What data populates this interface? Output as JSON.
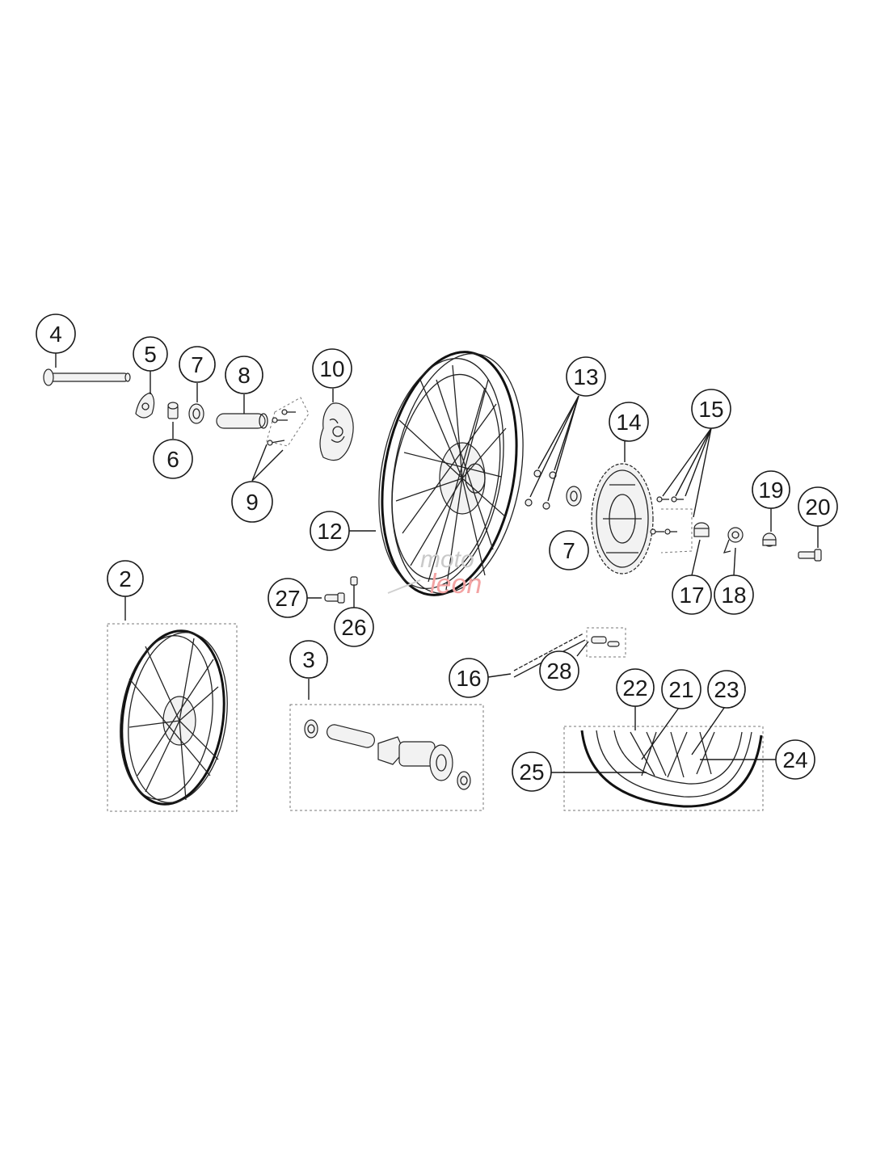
{
  "watermark": {
    "line1": "moto",
    "line2": "leon",
    "accent": "#f3a3a3"
  },
  "callouts": [
    {
      "id": "c4",
      "label": "4"
    },
    {
      "id": "c5",
      "label": "5"
    },
    {
      "id": "c7a",
      "label": "7"
    },
    {
      "id": "c8",
      "label": "8"
    },
    {
      "id": "c10",
      "label": "10"
    },
    {
      "id": "c6",
      "label": "6"
    },
    {
      "id": "c9",
      "label": "9"
    },
    {
      "id": "c12",
      "label": "12"
    },
    {
      "id": "c13",
      "label": "13"
    },
    {
      "id": "c14",
      "label": "14"
    },
    {
      "id": "c15",
      "label": "15"
    },
    {
      "id": "c7b",
      "label": "7"
    },
    {
      "id": "c19",
      "label": "19"
    },
    {
      "id": "c20",
      "label": "20"
    },
    {
      "id": "c17",
      "label": "17"
    },
    {
      "id": "c18",
      "label": "18"
    },
    {
      "id": "c2",
      "label": "2"
    },
    {
      "id": "c27",
      "label": "27"
    },
    {
      "id": "c26",
      "label": "26"
    },
    {
      "id": "c16",
      "label": "16"
    },
    {
      "id": "c28",
      "label": "28"
    },
    {
      "id": "c3",
      "label": "3"
    },
    {
      "id": "c22",
      "label": "22"
    },
    {
      "id": "c21",
      "label": "21"
    },
    {
      "id": "c23",
      "label": "23"
    },
    {
      "id": "c24",
      "label": "24"
    },
    {
      "id": "c25",
      "label": "25"
    }
  ]
}
